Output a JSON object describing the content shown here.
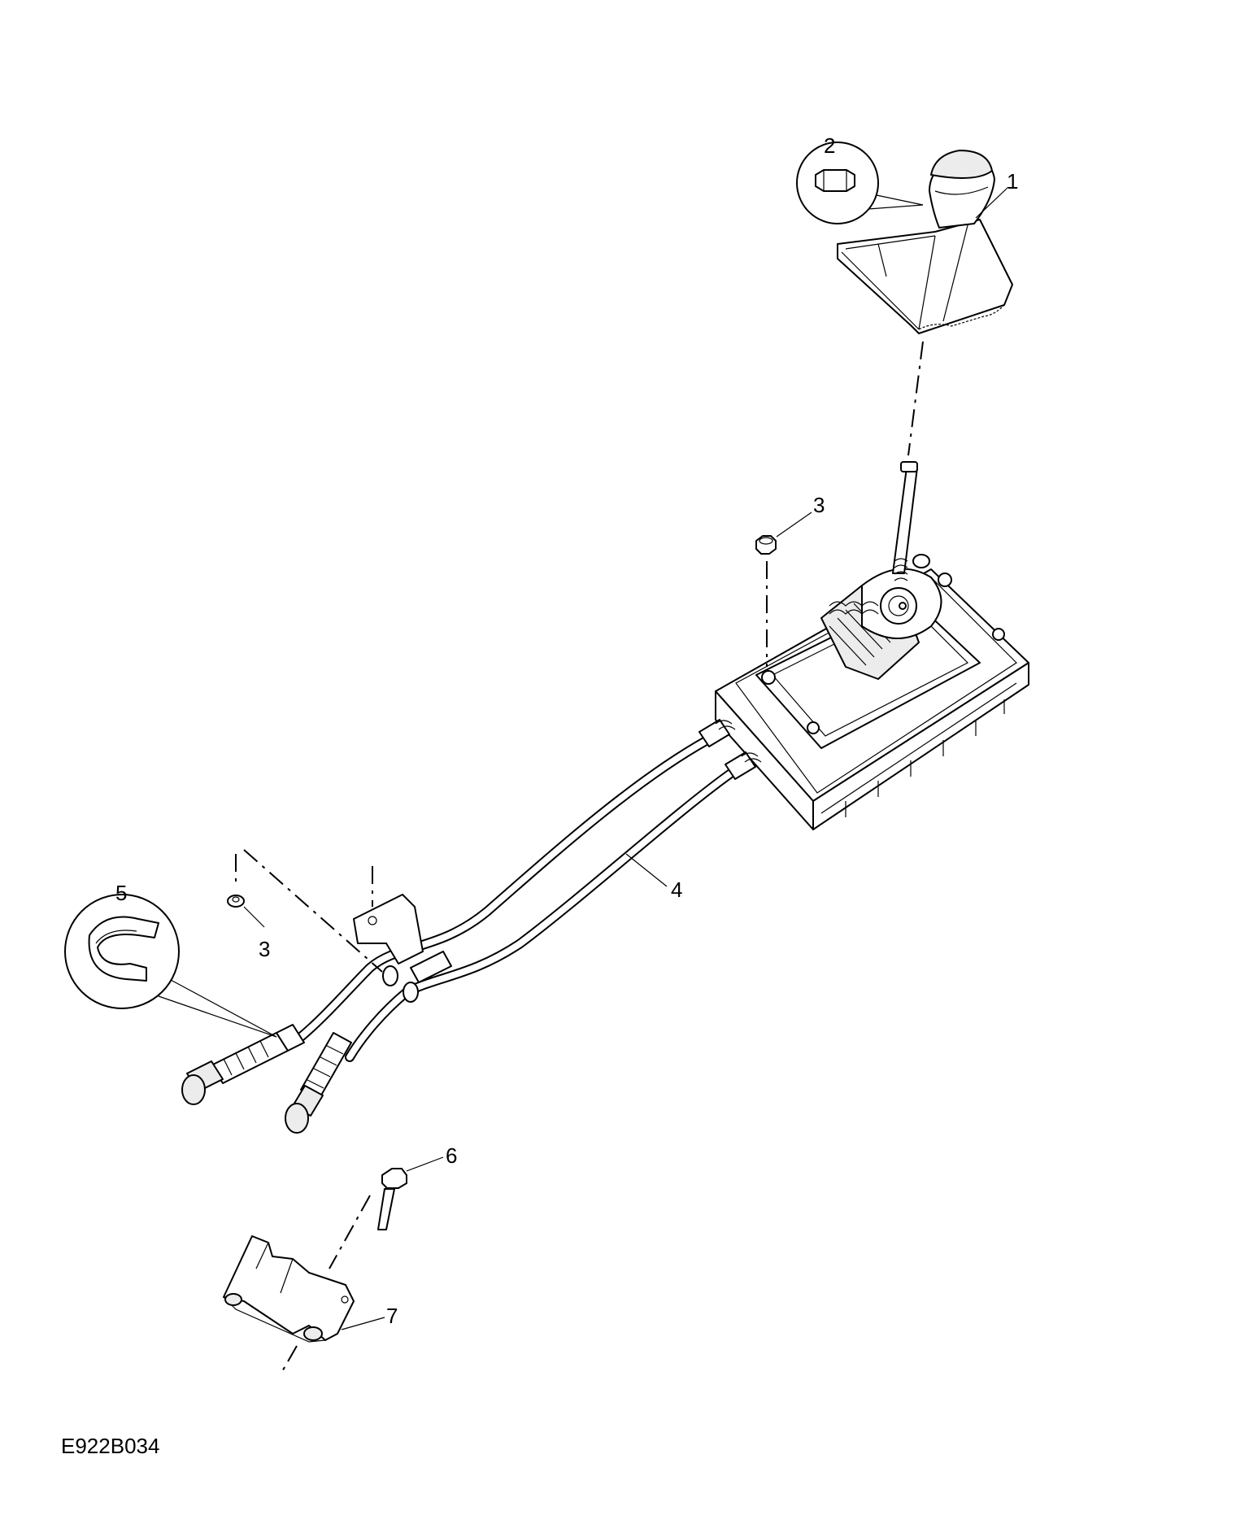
{
  "diagram": {
    "reference_code": "E922B034",
    "callouts": [
      {
        "id": "1",
        "label": "1"
      },
      {
        "id": "2",
        "label": "2"
      },
      {
        "id": "3a",
        "label": "3"
      },
      {
        "id": "3b",
        "label": "3"
      },
      {
        "id": "4",
        "label": "4"
      },
      {
        "id": "5",
        "label": "5"
      },
      {
        "id": "6",
        "label": "6"
      },
      {
        "id": "7",
        "label": "7"
      }
    ]
  }
}
